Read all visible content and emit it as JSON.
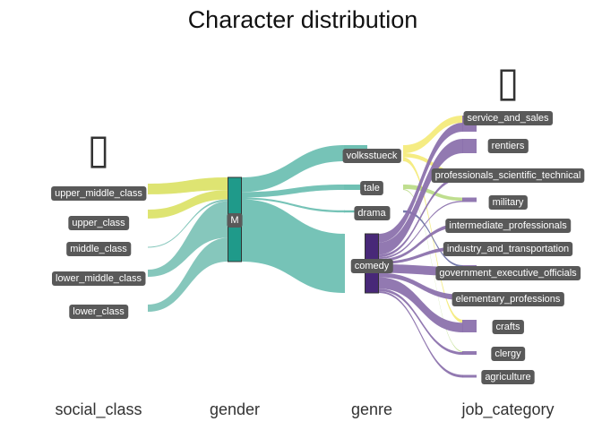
{
  "chart_data": {
    "type": "sankey",
    "title": "Character distribution",
    "axes": [
      "social_class",
      "gender",
      "genre",
      "job_category"
    ],
    "nodes": {
      "social_class": [
        "upper_middle_class",
        "upper_class",
        "middle_class",
        "lower_middle_class",
        "lower_class"
      ],
      "gender": [
        "M"
      ],
      "genre": [
        "volksstueck",
        "tale",
        "drama",
        "comedy"
      ],
      "job_category": [
        "service_and_sales",
        "rentiers",
        "professionals_scientific_technical",
        "military",
        "intermediate_professionals",
        "industry_and_transportation",
        "government_executive_officials",
        "elementary_professions",
        "crafts",
        "clergy",
        "agriculture"
      ]
    },
    "flows_social_class_to_gender": [
      {
        "from": "upper_middle_class",
        "to": "M",
        "value": 14
      },
      {
        "from": "upper_class",
        "to": "M",
        "value": 10
      },
      {
        "from": "middle_class",
        "to": "M",
        "value": 2
      },
      {
        "from": "lower_middle_class",
        "to": "M",
        "value": 40
      },
      {
        "from": "lower_class",
        "to": "M",
        "value": 26
      }
    ],
    "flows_gender_to_genre": [
      {
        "from": "M",
        "to": "volksstueck",
        "value": 16
      },
      {
        "from": "M",
        "to": "tale",
        "value": 6
      },
      {
        "from": "M",
        "to": "drama",
        "value": 2
      },
      {
        "from": "M",
        "to": "comedy",
        "value": 68
      }
    ],
    "flows_genre_to_job_category": [
      {
        "from": "volksstueck",
        "to": "service_and_sales",
        "value": 8
      },
      {
        "from": "volksstueck",
        "to": "professionals_scientific_technical",
        "value": 4
      },
      {
        "from": "volksstueck",
        "to": "crafts",
        "value": 4
      },
      {
        "from": "tale",
        "to": "military",
        "value": 5
      },
      {
        "from": "tale",
        "to": "clergy",
        "value": 1
      },
      {
        "from": "drama",
        "to": "government_executive_officials",
        "value": 2
      },
      {
        "from": "comedy",
        "to": "service_and_sales",
        "value": 10
      },
      {
        "from": "comedy",
        "to": "rentiers",
        "value": 14
      },
      {
        "from": "comedy",
        "to": "professionals_scientific_technical",
        "value": 3
      },
      {
        "from": "comedy",
        "to": "military",
        "value": 2
      },
      {
        "from": "comedy",
        "to": "intermediate_professionals",
        "value": 3
      },
      {
        "from": "comedy",
        "to": "industry_and_transportation",
        "value": 3
      },
      {
        "from": "comedy",
        "to": "government_executive_officials",
        "value": 10
      },
      {
        "from": "comedy",
        "to": "elementary_professions",
        "value": 5
      },
      {
        "from": "comedy",
        "to": "crafts",
        "value": 13
      },
      {
        "from": "comedy",
        "to": "clergy",
        "value": 3
      },
      {
        "from": "comedy",
        "to": "agriculture",
        "value": 2
      }
    ],
    "colors": {
      "upper_middle_class": "#dce36a",
      "upper_class": "#dce36a",
      "middle_class": "#7fc4b8",
      "lower_middle_class": "#7fc4b8",
      "lower_class": "#7fc4b8",
      "M_node": "#1f9a8a",
      "comedy_node": "#482878",
      "flow_from_volksstueck": "#f1e55a",
      "flow_from_tale": "#a9d36a",
      "flow_from_drama": "#4a4f8f",
      "flow_from_comedy": "#8c72ad",
      "gender_to_genre_flow": "#6fc0b3",
      "label_background": "#595959",
      "label_text": "#ffffff"
    },
    "empty_node_glyph": "▯"
  }
}
